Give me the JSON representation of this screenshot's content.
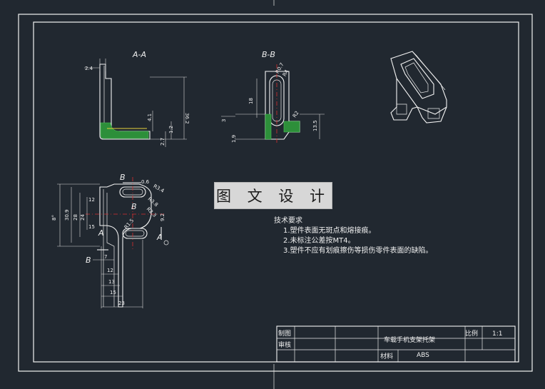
{
  "watermark": "图 文 设 计",
  "views": {
    "section_aa": "A-A",
    "section_bb": "B-B",
    "plan_cut_label": "B",
    "plan_cut_label_a": "A"
  },
  "dimensions": {
    "aa": [
      "2.4",
      "36.2",
      "4.1",
      "1.2",
      "2.7"
    ],
    "bb": [
      "R0.7",
      "R4",
      "18",
      "R2",
      "3",
      "13.5",
      "1.9"
    ],
    "plan": [
      "0.6",
      "R3.4",
      "R3.8",
      "R2.3",
      "8°",
      "30.9",
      "28",
      "24",
      "12",
      "15",
      "9.2",
      "R1.5",
      "12",
      "13",
      "15",
      "23",
      "7"
    ]
  },
  "notes": {
    "heading": "技术要求",
    "items": [
      "1.塑件表面无斑点和熔接痕。",
      "2.未标注公差按MT4。",
      "3.塑件不应有划痕擦伤等损伤零件表面的缺陷。"
    ]
  },
  "title_block": {
    "drawn_label": "制图",
    "check_label": "审核",
    "part_name": "车载手机支架托架",
    "scale_label": "比例",
    "scale_value": "1:1",
    "material_label": "材料",
    "material_value": "ABS"
  },
  "colors": {
    "background": "#212830",
    "lines": "#f4f4f4",
    "hatch": "#2d8f3a",
    "center_line": "#d62f2f"
  }
}
